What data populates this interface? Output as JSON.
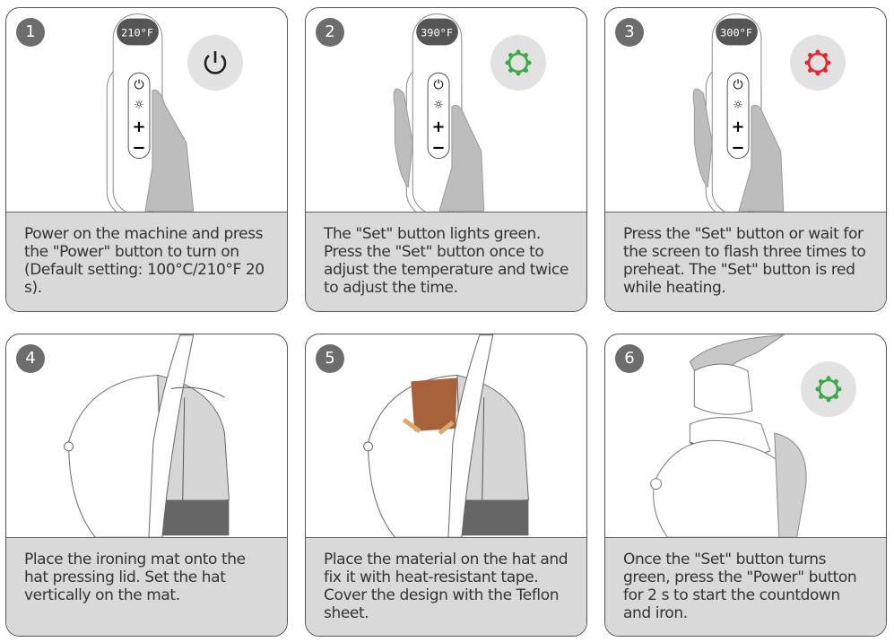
{
  "steps": [
    {
      "number": "1",
      "display": "210°F",
      "icon": "power-icon",
      "icon_color": "#222222",
      "caption": "Power on the machine and press the \"Power\" button to turn on (Default setting: 100°C/210°F 20 s)."
    },
    {
      "number": "2",
      "display": "390°F",
      "icon": "set-gear-icon",
      "icon_color": "#3aaa46",
      "caption": "The \"Set\" button lights green. Press the \"Set\" button once to adjust the temperature and twice to adjust the time."
    },
    {
      "number": "3",
      "display": "300°F",
      "icon": "set-gear-icon",
      "icon_color": "#e8262c",
      "caption": "Press the \"Set\" button or wait for the screen to flash three times to preheat. The \"Set\" button is red while heating."
    },
    {
      "number": "4",
      "caption": "Place the ironing mat onto the hat pressing lid. Set the hat vertically on the mat."
    },
    {
      "number": "5",
      "caption": "Place the material on the hat and fix it with heat-resistant tape. Cover the design with the Teflon sheet."
    },
    {
      "number": "6",
      "icon": "set-gear-icon",
      "icon_color": "#3aaa46",
      "caption": "Once the \"Set\" button turns green, press the \"Power\" button for 2 s to start the countdown and iron."
    }
  ]
}
